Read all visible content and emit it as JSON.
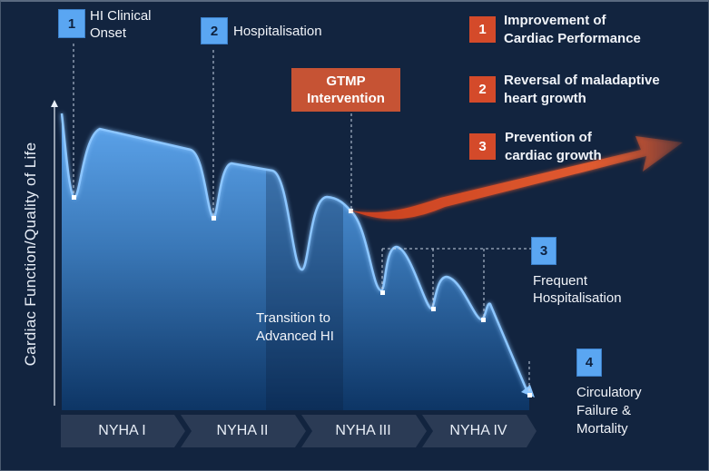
{
  "y_axis_label": "Cardiac Function/Quality of Life",
  "milestones": [
    {
      "number": "1",
      "label_line1": "HI Clinical",
      "label_line2": "Onset"
    },
    {
      "number": "2",
      "label": "Hospitalisation"
    },
    {
      "number": "3",
      "label_line1": "Frequent",
      "label_line2": "Hospitalisation"
    },
    {
      "number": "4",
      "label_line1": "Circulatory",
      "label_line2": "Failure &",
      "label_line3": "Mortality"
    }
  ],
  "intervention": {
    "line1": "GTMP",
    "line2": "Intervention"
  },
  "benefits": [
    {
      "number": "1",
      "line1": "Improvement of",
      "line2": "Cardiac Performance"
    },
    {
      "number": "2",
      "line1": "Reversal of maladaptive",
      "line2": "heart growth"
    },
    {
      "number": "3",
      "line1": "Prevention of",
      "line2": "cardiac growth"
    }
  ],
  "transition": {
    "line1": "Transition to",
    "line2": "Advanced HI"
  },
  "stages": [
    "NYHA I",
    "NYHA II",
    "NYHA III",
    "NYHA IV"
  ],
  "colors": {
    "background": "#12243f",
    "blue": "#5aa6f2",
    "red": "#d44a2a"
  }
}
